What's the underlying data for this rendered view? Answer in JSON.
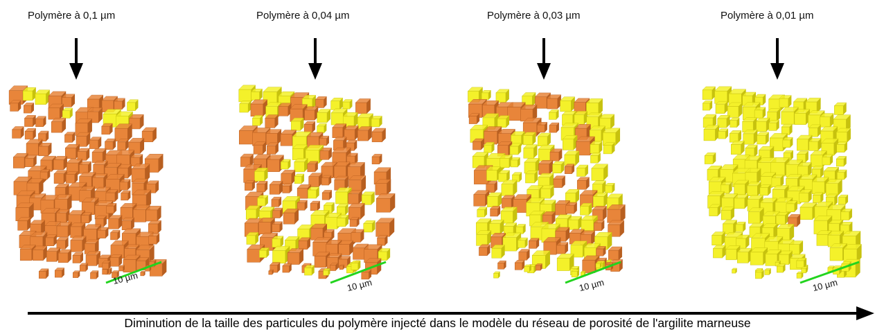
{
  "panels": [
    {
      "title": "Polymère à 0,1 µm",
      "yellow_fraction": 0.06,
      "scale_label": "10 µm"
    },
    {
      "title": "Polymère à 0,04  µm",
      "yellow_fraction": 0.28,
      "scale_label": "10 µm"
    },
    {
      "title": "Polymère à 0,03 µm",
      "yellow_fraction": 0.58,
      "scale_label": "10 µm"
    },
    {
      "title": "Polymère à 0,01 µm",
      "yellow_fraction": 0.97,
      "scale_label": "10 µm"
    }
  ],
  "caption": "Diminution de la taille des particules du polymère injecté dans le modèle du réseau de porosité de l'argilite marneuse",
  "colors": {
    "orange": "#e8853a",
    "orange_dark": "#b85f20",
    "yellow": "#f4f12a",
    "yellow_dark": "#c7c20e",
    "scale_bar": "#22d41e",
    "arrow": "#000000"
  }
}
